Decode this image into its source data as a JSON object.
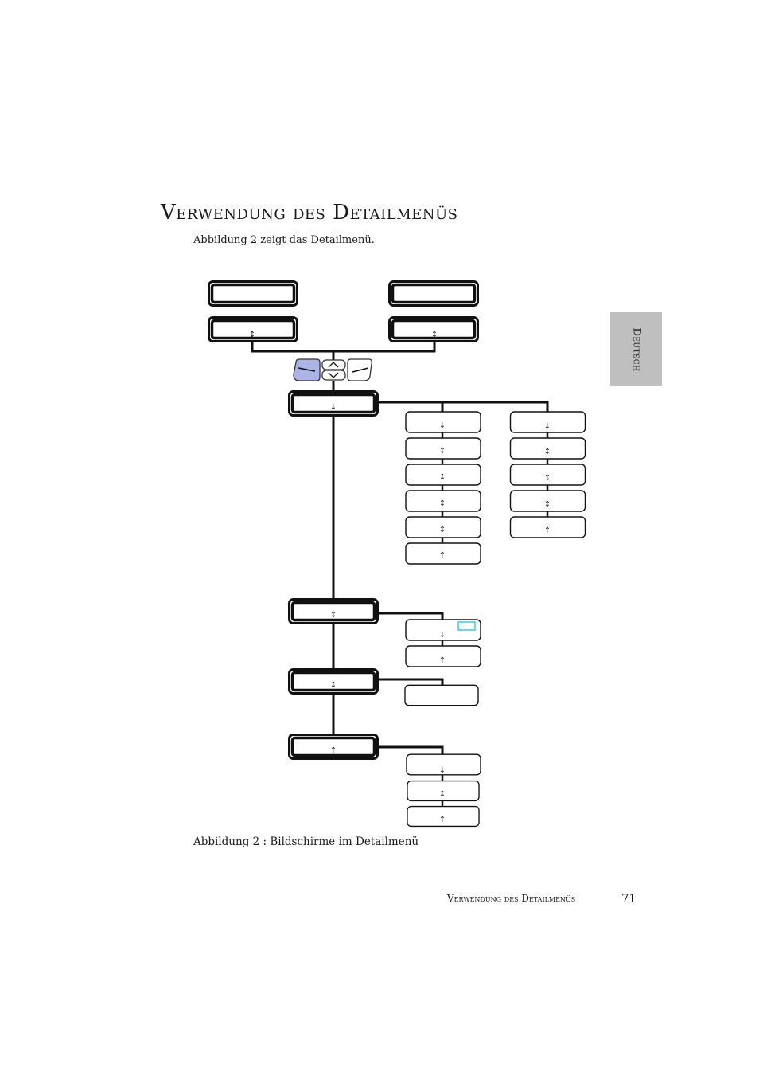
{
  "page": {
    "title": "Verwendung des Detailmenüs",
    "intro": "Abbildung 2 zeigt das Detailmenü.",
    "caption": "Abbildung 2 : Bildschirme im Detailmenü",
    "footer_title": "Verwendung des Detailmenüs",
    "page_number": "71",
    "side_tab": "Deutsch"
  },
  "diagram": {
    "symbols": {
      "top_left_2": "↕",
      "top_right_2": "↕",
      "main_1": "↓",
      "colA_1": "↓",
      "colA_2": "↕",
      "colA_3": "↕",
      "colA_4": "↕",
      "colA_5": "↕",
      "colA_6": "↑",
      "colB_1": "↓",
      "colB_2": "↕",
      "colB_3": "↕",
      "colB_4": "↕",
      "colB_5": "↑",
      "main_2": "↕",
      "sub2_1": "↓",
      "sub2_2": "↑",
      "main_3": "↕",
      "main_4": "↑",
      "sub4_1": "↓",
      "sub4_2": "↕",
      "sub4_3": "↑"
    },
    "colors": {
      "button_highlight": "#aab4e6",
      "cyan_box": "#20d0e0"
    }
  }
}
